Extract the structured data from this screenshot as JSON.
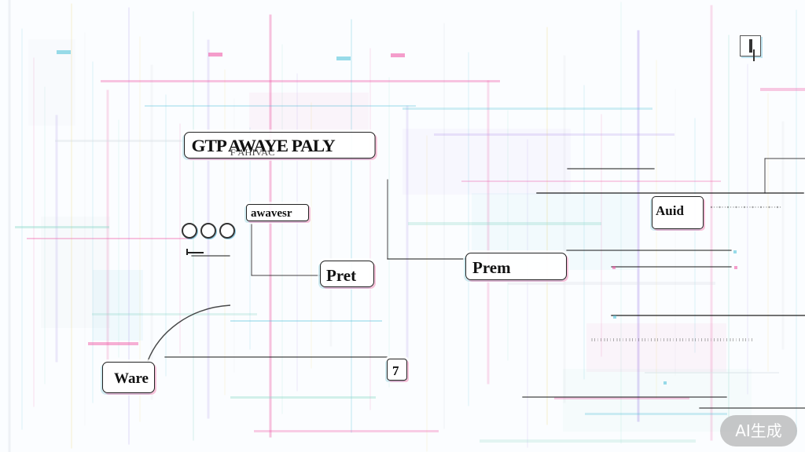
{
  "image": {
    "title": "",
    "description": ""
  },
  "nodes": {
    "title_main": "GTP AWAYE PALY",
    "title_sub": "F AHIVAC",
    "small_tag": "awavesr",
    "pret": "Pret",
    "prem": "Prem",
    "right_label": "Auid",
    "left_label": "Ware",
    "badge": "7"
  },
  "watermark": {
    "label": "AI生成"
  },
  "palette": {
    "pink": "#ef4fa0",
    "cyan": "#47bfd7",
    "mint": "#87d8c5",
    "lavender": "#a88ee8",
    "yellow": "#ecd36b",
    "gray": "#d7dce2",
    "dark": "#1c1c1c"
  }
}
